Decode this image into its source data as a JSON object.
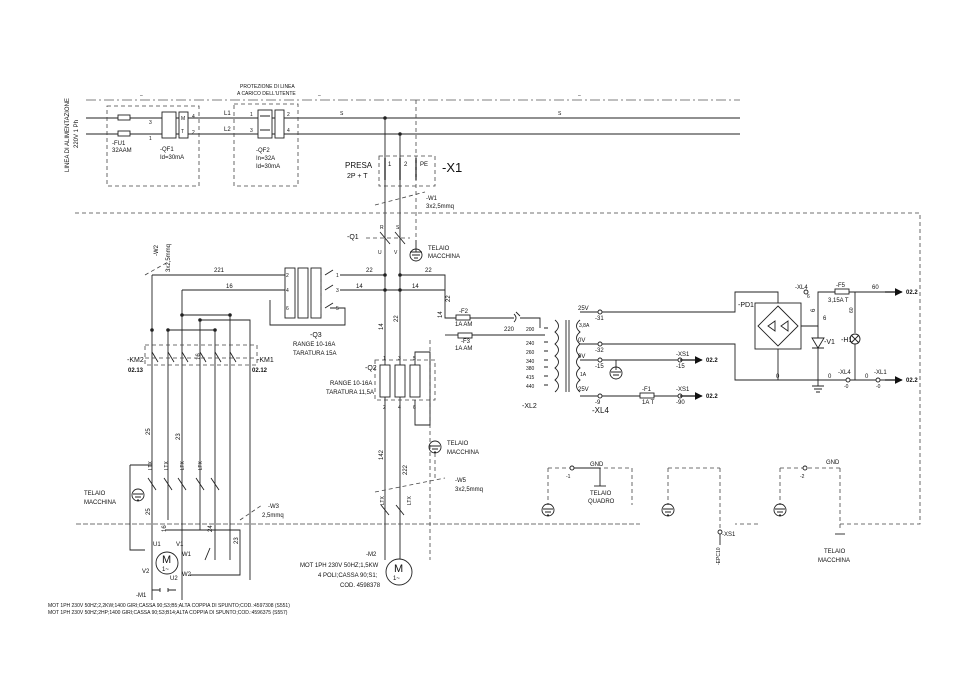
{
  "supply": {
    "vertical_label_1": "LINEA DI ALIMENTAZIONE",
    "vertical_label_2": "220V 1 Ph",
    "dash_mark": "–",
    "protection_label_1": "PROTEZIONE DI LINEA",
    "protection_label_2": "A CARICO DELL'UTENTE",
    "wire_s": "S"
  },
  "fuse_fu1": {
    "tag": "-FU1",
    "rating": "32AAM"
  },
  "breaker_qf1": {
    "tag": "-QF1",
    "rating": "Id=30mA",
    "pins": [
      "3",
      "4",
      "1",
      "2"
    ],
    "box_m": "M",
    "box_t": "T"
  },
  "breaker_qf2": {
    "tag": "-QF2",
    "rating_in": "In=32A",
    "rating_id": "Id=30mA",
    "phase_l1": "L1",
    "phase_l2": "L2",
    "pins": [
      "1",
      "2",
      "3",
      "4"
    ]
  },
  "socket_x1": {
    "label_1": "PRESA",
    "label_2": "2P + T",
    "tag": "-X1",
    "pins": [
      "1",
      "2",
      "PE"
    ]
  },
  "cable_w1": {
    "tag": "-W1",
    "spec": "3x2,5mmq"
  },
  "switch_q1": {
    "tag": "-Q1",
    "terminals": [
      "R",
      "S",
      "U",
      "V"
    ],
    "ground_label_1": "TELAIO",
    "ground_label_2": "MACCHINA"
  },
  "cable_w2": {
    "tag": "-W2",
    "spec": "3x2,5mmq"
  },
  "wire_numbers": {
    "w221": "221",
    "w22a": "22",
    "w22b": "22",
    "w16": "16",
    "w14a": "14",
    "w14b": "14",
    "w22c": "22",
    "w14v": "14",
    "w22v": "22",
    "w14r": "14",
    "w220": "220",
    "w16v": "16",
    "w25": "25",
    "w23": "23",
    "w142": "142",
    "w222": "222",
    "w16m": "16",
    "w24": "24",
    "w23m": "23",
    "w25m": "25",
    "w0": "0",
    "w60": "60",
    "w6": "6",
    "w60v": "60",
    "w6b": "6"
  },
  "relay_q3": {
    "tag": "-Q3",
    "range": "RANGE 10-16A",
    "setting": "TARATURA 15A",
    "pins": [
      "2",
      "1",
      "4",
      "3",
      "6",
      "5"
    ]
  },
  "contactor_km2": {
    "tag": "-KM2",
    "ref": "02.13"
  },
  "contactor_km1": {
    "tag": "-KM1",
    "ref": "02.12"
  },
  "relay_q2": {
    "tag": "-Q2",
    "range": "RANGE 10-16A",
    "setting": "TARATURA 11,5A",
    "pins": [
      "1",
      "3",
      "5",
      "2",
      "4",
      "6"
    ]
  },
  "ground_m2": {
    "label_1": "TELAIO",
    "label_2": "MACCHINA"
  },
  "cable_w5": {
    "tag": "-W5",
    "spec": "3x2,5mmq"
  },
  "cable_w3": {
    "tag": "-W3",
    "spec": "2,5mmq"
  },
  "ground_m1": {
    "label_1": "TELAIO",
    "label_2": "MACCHINA"
  },
  "motor_m1": {
    "tag": "-M1",
    "symbol": "M",
    "phase": "1~",
    "terminals": [
      "U1",
      "V1",
      "W1",
      "V2",
      "W2",
      "U2"
    ]
  },
  "motor_m2": {
    "tag": "-M2",
    "symbol": "M",
    "phase": "1~",
    "spec_1": "MOT 1PH 230V 50HZ;1,5KW",
    "spec_2": "4 POLI;CASSA 90;S1;",
    "code": "COD. 4598378"
  },
  "motor_notes": {
    "line_1": "MOT 1PH 230V 50HZ;2,2KW;1400 GIRI;CASSA 90;S3;B5;ALTA COPPIA DI SPUNTO;COD.:4597308 (S551)",
    "line_2": "MOT 1PH 230V 50HZ;2HP;1400 GIRI;CASSA 90;S3;B14;ALTA COPPIA DI SPUNTO;COD.:4596375 (S557)"
  },
  "transformer": {
    "tag": "-XL2",
    "fuse_f2": "-F2",
    "fuse_f2_rating": "1A AM",
    "fuse_f3": "-F3",
    "fuse_f3_rating": "1A AM",
    "primary_taps": [
      "200",
      "220",
      "240",
      "260",
      "340",
      "380",
      "415",
      "440"
    ],
    "secondary_labels": [
      "25V",
      "3,8A",
      "0V",
      "1A",
      "25V"
    ],
    "secondary_terminals": [
      "-31",
      "-32",
      "-15",
      "-9"
    ],
    "xs1_a": "-XS1",
    "xs1_a_pin": "-15",
    "xs1_a_ref": "02.2",
    "xs1_b": "-XS1",
    "xs1_b_pin": "-90",
    "xs1_b_ref": "02.2",
    "fuse_f1": "-F1",
    "fuse_f1_rating": "1A T",
    "xl4_tag": "-XL4"
  },
  "rectifier": {
    "tag": "-PD1",
    "xl4_top": "-XL4",
    "xl4_top_pin": "6",
    "fuse_f5": "-F5",
    "fuse_f5_rating": "3,15A T",
    "ref_top": "02.2",
    "diode": "-V1",
    "lamp": "-H1",
    "xl4_bot": "-XL4",
    "xl4_bot_pin": "-0",
    "xl1": "-XL1",
    "xl1_pin": "-0",
    "ref_bot": "02.2",
    "pin_0a": "0",
    "pin_0b": "0"
  },
  "grounds": {
    "gnd_1": "GND",
    "gnd_1_pin": "-1",
    "quadro_1": "TELAIO",
    "quadro_2": "QUADRO",
    "xs1": "-XS1",
    "xs1_pin": "-EPC10",
    "gnd_2": "GND",
    "gnd_2_pin": "-2",
    "telaio_1": "TELAIO",
    "telaio_2": "MACCHINA"
  },
  "switch_ltx": "LTX"
}
